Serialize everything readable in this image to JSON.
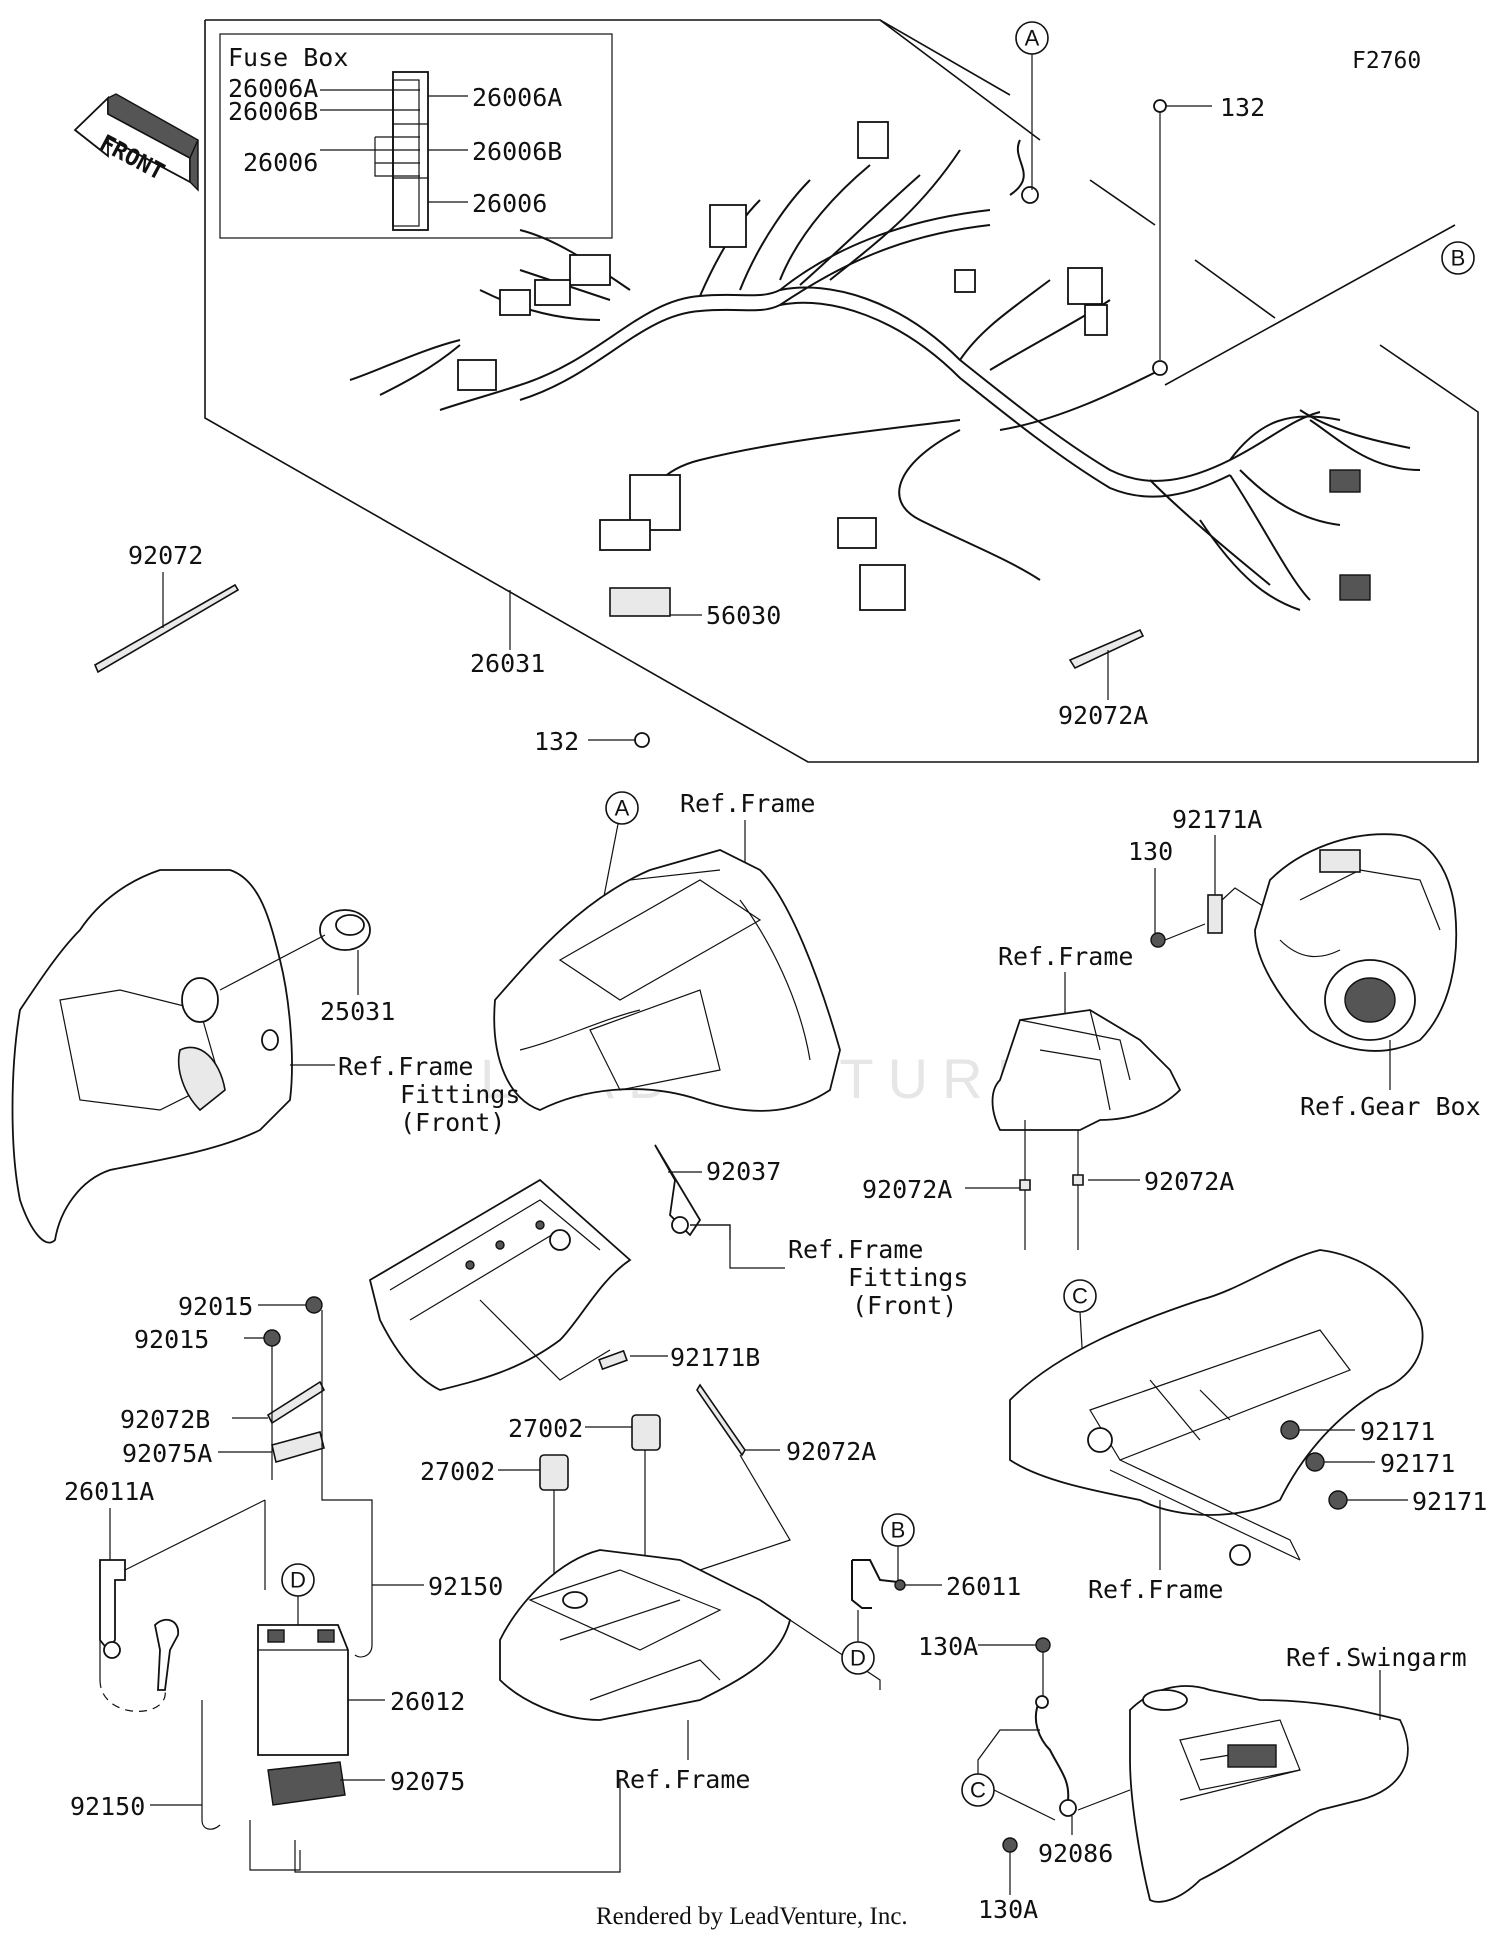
{
  "diagram_code": "F2760",
  "front_label": "FRONT",
  "fuse_box": {
    "title": "Fuse Box",
    "left_labels": [
      "26006A",
      "26006B",
      "26006"
    ],
    "right_labels": [
      "26006A",
      "26006B",
      "26006"
    ]
  },
  "parts": {
    "p132_top": "132",
    "p92072": "92072",
    "p26031": "26031",
    "p56030": "56030",
    "p92072A_top": "92072A",
    "p132_mid": "132",
    "ref_frame_1": "Ref.Frame",
    "p25031": "25031",
    "ref_frame_fittings_1": [
      "Ref.Frame",
      "Fittings",
      "(Front)"
    ],
    "p92171A": "92171A",
    "p130": "130",
    "ref_frame_2": "Ref.Frame",
    "ref_gear_box": "Ref.Gear Box",
    "p92072A_l": "92072A",
    "p92072A_r": "92072A",
    "p92037": "92037",
    "ref_frame_fittings_2": [
      "Ref.Frame",
      "Fittings",
      "(Front)"
    ],
    "p92171B": "92171B",
    "p92015_a": "92015",
    "p92015_b": "92015",
    "p92072B": "92072B",
    "p92075A": "92075A",
    "p26011A": "26011A",
    "p27002_a": "27002",
    "p27002_b": "27002",
    "p92072A_mid": "92072A",
    "p92150_r": "92150",
    "p26012": "26012",
    "p92075": "92075",
    "p92150_l": "92150",
    "ref_frame_3": "Ref.Frame",
    "p26011": "26011",
    "p92171_a": "92171",
    "p92171_b": "92171",
    "p92171_c": "92171",
    "ref_frame_4": "Ref.Frame",
    "p130A_top": "130A",
    "ref_swingarm": "Ref.Swingarm",
    "p92086": "92086",
    "p130A_bot": "130A"
  },
  "callouts": {
    "a_top": "A",
    "a_mid": "A",
    "b_top": "B",
    "b_mid": "B",
    "c_right": "C",
    "c_bottom": "C",
    "d_battery": "D",
    "d_mid": "D"
  },
  "watermark": "LEADVENTURE",
  "footer": "Rendered by LeadVenture, Inc."
}
